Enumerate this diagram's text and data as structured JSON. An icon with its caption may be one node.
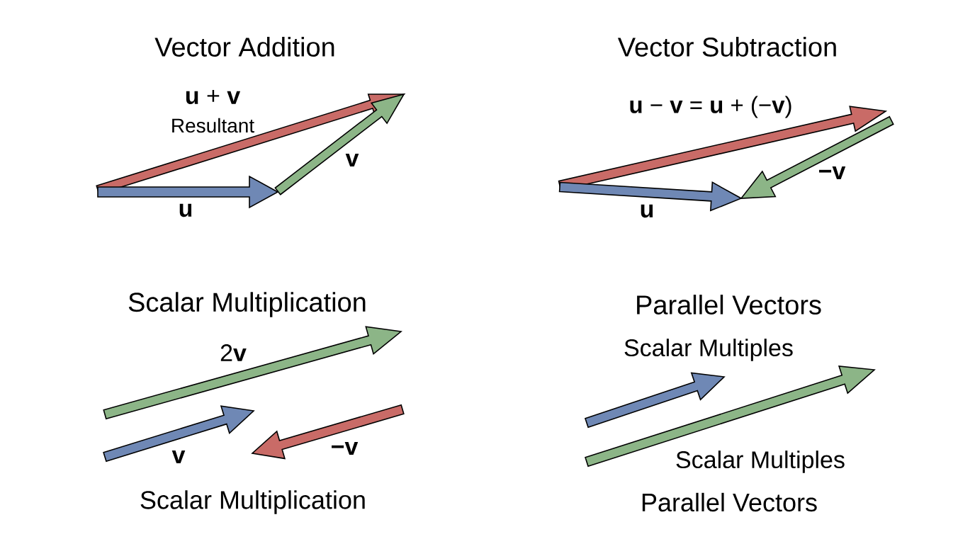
{
  "diagram": {
    "labels": [
      "Vector Addition",
      "Vector Subtraction",
      "**u** + **v**",
      "Resultant",
      "**u** − **v** = **u** + (−**v**)",
      "v",
      "−v",
      "u",
      "u",
      "Scalar Multiplication",
      "Parallel Vectors",
      "2**v**",
      "Scalar Multiples",
      "v",
      "−v",
      "Scalar Multiples",
      "Scalar Multiplication",
      "Parallel Vectors"
    ]
  }
}
